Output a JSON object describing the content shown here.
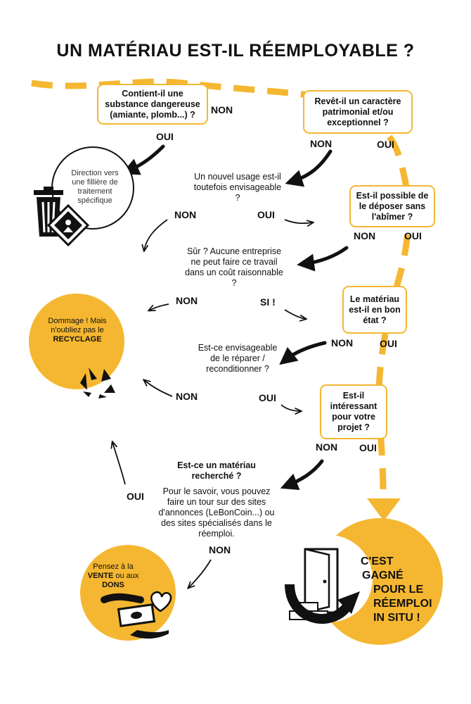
{
  "title": "UN MATÉRIAU EST-IL RÉEMPLOYABLE ?",
  "colors": {
    "accent": "#f5b731",
    "ink": "#111111"
  },
  "questions": {
    "q1": "Contient-il une substance dangereuse (amiante, plomb...) ?",
    "q2": "Revêt-il un caractère patrimonial et/ou exceptionnel ?",
    "q3": "Un nouvel usage est-il toutefois envisageable ?",
    "q4": "Est-il possible de le déposer sans l'abîmer ?",
    "q5": "Sûr ? Aucune entreprise ne peut faire ce travail dans un coût raisonnable ?",
    "q6": "Le matériau est-il en bon état ?",
    "q7": "Est-ce envisageable de le réparer / reconditionner  ?",
    "q8": "Est-il intéressant pour votre projet ?",
    "q9_title": "Est-ce un matériau recherché ?",
    "q9_body": "Pour le savoir, vous pouvez faire un tour sur des sites d'annonces (LeBonCoin...) ou des sites spécialisés dans le réemploi."
  },
  "labels": {
    "non": "NON",
    "oui": "OUI",
    "si": "SI !"
  },
  "outcomes": {
    "hazard": "Direction vers une fillière de traitement spécifique",
    "recycle_pre": "Dommage ! Mais n'oubliez pas le",
    "recycle_strong": "RECYCLAGE",
    "sale_pre": "Pensez à la",
    "sale_vente": "VENTE",
    "sale_mid": "ou aux",
    "sale_dons": "DONS",
    "win_l1": "C'EST",
    "win_l2": "GAGNÉ",
    "win_l3": "POUR LE",
    "win_l4": "RÉEMPLOI",
    "win_l5": "IN SITU !"
  },
  "icons": [
    "trash-bin-icon",
    "hazard-sign-icon",
    "recycle-icon",
    "money-hand-icon",
    "heart-icon",
    "door-icon",
    "bricks-icon",
    "curved-arrow-icon"
  ]
}
